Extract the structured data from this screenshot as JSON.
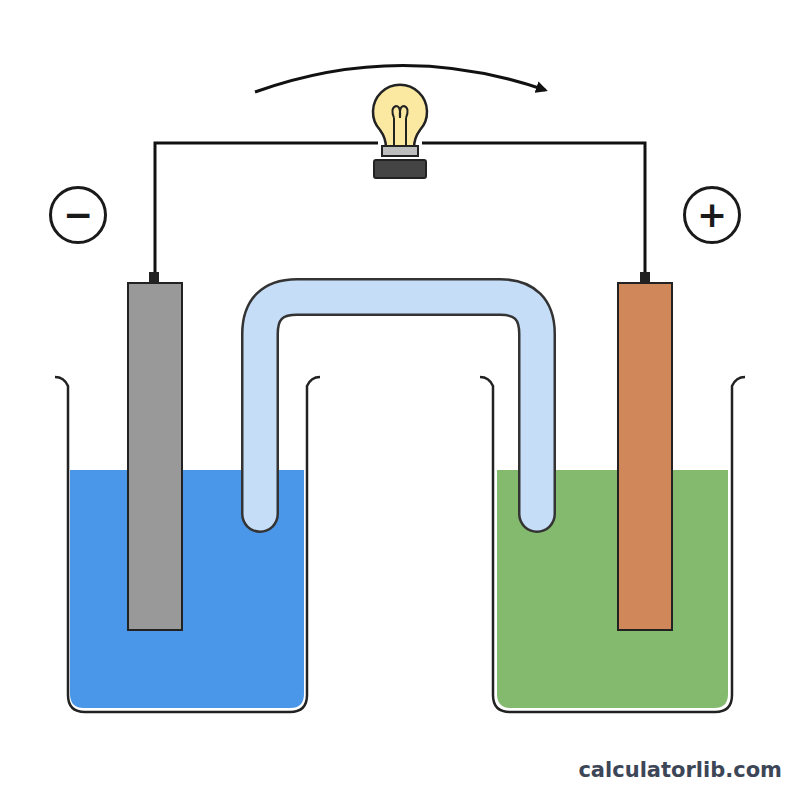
{
  "diagram": {
    "nodes": [
      {
        "text": [
          "−"
        ]
      },
      {
        "text": [
          "+"
        ]
      }
    ],
    "labels": [
      "calculatorlib.com"
    ]
  }
}
